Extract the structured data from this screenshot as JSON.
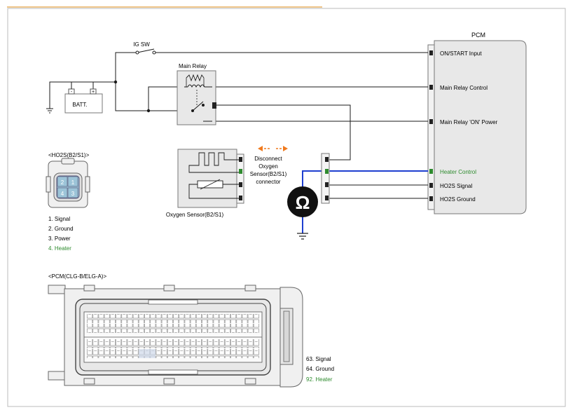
{
  "pcm": {
    "title": "PCM",
    "pins": [
      {
        "label": "ON/START Input",
        "color": "#000000"
      },
      {
        "label": "Main Relay Control",
        "color": "#000000"
      },
      {
        "label": "Main Relay 'ON' Power",
        "color": "#000000"
      },
      {
        "label": "Heater Control",
        "color": "#2e8b2e"
      },
      {
        "label": "HO2S Signal",
        "color": "#000000"
      },
      {
        "label": "HO2S Ground",
        "color": "#000000"
      }
    ]
  },
  "ig_switch": {
    "label": "IG SW"
  },
  "battery": {
    "label": "BATT.",
    "minus": "-",
    "plus": "+"
  },
  "main_relay": {
    "label": "Main Relay"
  },
  "disconnect_note": {
    "lines": [
      "Disconnect",
      "Oxygen",
      "Sensor(B2/S1)",
      "connector"
    ]
  },
  "oxygen_sensor": {
    "label": "Oxygen Sensor(B2/S1)"
  },
  "ohmmeter": {
    "symbol": "Ω"
  },
  "ho2s_connector": {
    "title": "<HO2S(B2/S1)>",
    "pins": [
      "2",
      "1",
      "4",
      "3"
    ],
    "legend": [
      {
        "text": "1.  Signal",
        "color": "#000000"
      },
      {
        "text": "2.  Ground",
        "color": "#000000"
      },
      {
        "text": "3. Power",
        "color": "#000000"
      },
      {
        "text": "4. Heater",
        "color": "#2e8b2e"
      }
    ]
  },
  "pcm_connector": {
    "title": "<PCM(CLG-B/ELG-A)>",
    "legend": [
      {
        "text": "63.   Signal",
        "color": "#000000"
      },
      {
        "text": "64.   Ground",
        "color": "#000000"
      },
      {
        "text": "92. Heater",
        "color": "#2e8b2e"
      }
    ]
  },
  "colors": {
    "wire": "#1a1a1a",
    "heater_wire": "#1e3fd0",
    "heater_pin": "#2e8b2e",
    "arrow": "#f07a1e",
    "box_border": "#777777",
    "box_fill": "#e6e6e6",
    "header_rule": "#e8b060"
  }
}
